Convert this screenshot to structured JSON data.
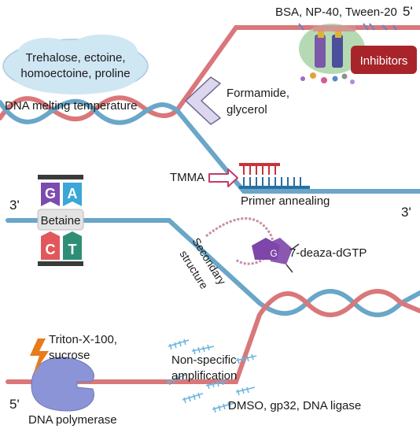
{
  "labels": {
    "osmolytes": [
      "Trehalose, ectoine,",
      "homoectoine, proline"
    ],
    "melting": "DNA melting temperature",
    "formamide": [
      "Formamide,",
      "glycerol"
    ],
    "detergents": "BSA, NP-40, Tween-20",
    "inhibitors": "Inhibitors",
    "tmma": "TMMA",
    "primer": "Primer annealing",
    "betaine": "Betaine",
    "secondary": [
      "Secondary",
      "structure"
    ],
    "deaza": "7-deaza-dGTP",
    "triton": [
      "Triton-X-100,",
      "sucrose"
    ],
    "nonspecific": [
      "Non-specific",
      "amplification"
    ],
    "dmso": "DMSO, gp32, DNA ligase",
    "polymerase": "DNA polymerase"
  },
  "primes": {
    "top_right": "5'",
    "mid_left": "3'",
    "mid_right": "3'",
    "bottom_left": "5'"
  },
  "bases": {
    "g": "G",
    "a": "A",
    "c": "C",
    "t": "T",
    "nucleotide": "G"
  },
  "colors": {
    "strand_red": "#d9777a",
    "strand_blue": "#6aa6c8",
    "primer_red": "#c8333a",
    "primer_blue": "#2a6fa0",
    "cloud": "#cfe6f3",
    "inhibitor_box": "#a8242a",
    "polymerase": "#8b94d6",
    "tile_g": "#7b4bb0",
    "tile_a": "#3aa7d6",
    "tile_c": "#e1575b",
    "tile_t": "#2f8f76",
    "nucleotide": "#7e46a8",
    "lightning": "#e87b1c"
  }
}
